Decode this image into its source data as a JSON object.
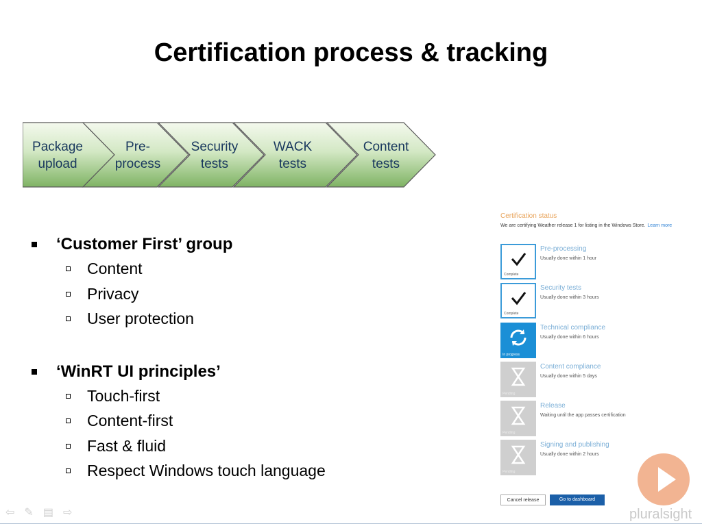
{
  "slide": {
    "title": "Certification process & tracking"
  },
  "process_steps": [
    {
      "line1": "Package",
      "line2": "upload"
    },
    {
      "line1": "Pre-",
      "line2": "process"
    },
    {
      "line1": "Security",
      "line2": "tests"
    },
    {
      "line1": "WACK",
      "line2": "tests"
    },
    {
      "line1": "Content",
      "line2": "tests"
    }
  ],
  "groups": [
    {
      "heading": "‘Customer First’ group",
      "items": [
        "Content",
        "Privacy",
        "User protection"
      ]
    },
    {
      "heading": "‘WinRT UI principles’",
      "items": [
        "Touch-first",
        "Content-first",
        "Fast & fluid",
        "Respect Windows touch language"
      ]
    }
  ],
  "cert_panel": {
    "title": "Certification status",
    "subtitle": "We are certifying Weather release 1 for listing in the Windows Store.",
    "learn_more": "Learn more",
    "steps": [
      {
        "name": "Pre-processing",
        "desc": "Usually done within 1 hour",
        "state": "Complete",
        "icon": "check-icon"
      },
      {
        "name": "Security tests",
        "desc": "Usually done within 3 hours",
        "state": "Complete",
        "icon": "check-icon"
      },
      {
        "name": "Technical compliance",
        "desc": "Usually done within 6 hours",
        "state": "In progress",
        "icon": "refresh-icon"
      },
      {
        "name": "Content compliance",
        "desc": "Usually done within 5 days",
        "state": "Pending",
        "icon": "hourglass-icon"
      },
      {
        "name": "Release",
        "desc": "Waiting until the app passes certification",
        "state": "Pending",
        "icon": "hourglass-icon"
      },
      {
        "name": "Signing and publishing",
        "desc": "Usually done within 2 hours",
        "state": "Pending",
        "icon": "hourglass-icon"
      }
    ],
    "cancel_button": "Cancel release",
    "dashboard_button": "Go to dashboard"
  },
  "brand": {
    "name": "pluralsight",
    "accent": "#f0a77f"
  },
  "colors": {
    "chevron_text": "#17365d",
    "chevron_fill_top": "#f4f9ee",
    "chevron_fill_bottom": "#7fb364",
    "progress_blue": "#1b8fd6"
  }
}
